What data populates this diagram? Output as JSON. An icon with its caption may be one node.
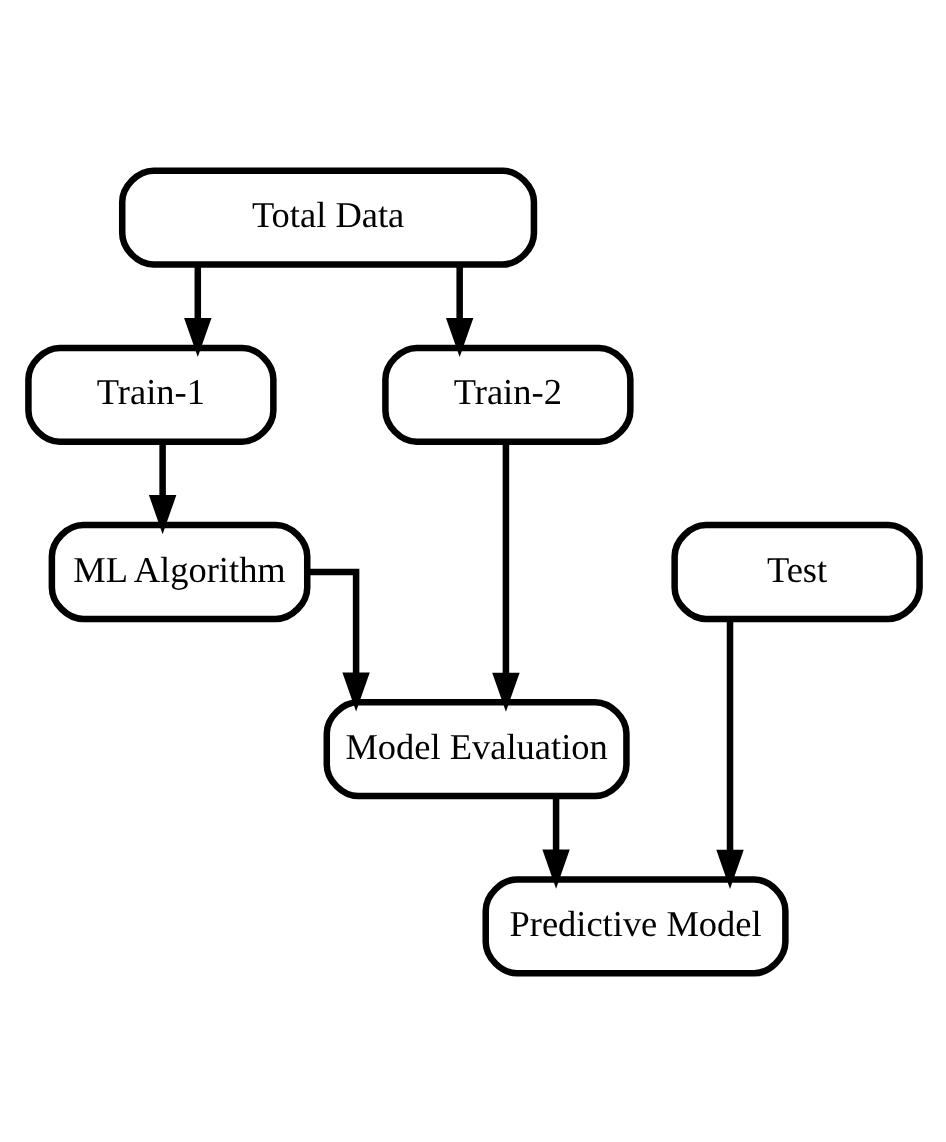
{
  "diagram": {
    "nodes": [
      {
        "text": [
          "Total Data"
        ]
      },
      {
        "text": [
          "Train-1"
        ]
      },
      {
        "text": [
          "Train-2"
        ]
      },
      {
        "text": [
          "ML Algorithm"
        ]
      },
      {
        "text": [
          "Test"
        ]
      },
      {
        "text": [
          "Model Evaluation"
        ]
      },
      {
        "text": [
          "Predictive Model"
        ]
      }
    ],
    "edges": [
      {
        "from": 0,
        "to": 1,
        "arrow": "to"
      },
      {
        "from": 0,
        "to": 2,
        "arrow": "to"
      },
      {
        "from": 1,
        "to": 3,
        "arrow": "to"
      },
      {
        "from": 3,
        "to": 5,
        "arrow": "to"
      },
      {
        "from": 2,
        "to": 5,
        "arrow": "to"
      },
      {
        "from": 5,
        "to": 6,
        "arrow": "to"
      },
      {
        "from": 4,
        "to": 6,
        "arrow": "to"
      }
    ]
  }
}
